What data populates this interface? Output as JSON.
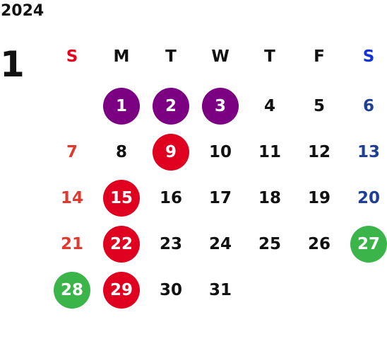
{
  "calendar": {
    "year": "2024",
    "month": "1",
    "weekdays": [
      "S",
      "M",
      "T",
      "W",
      "T",
      "F",
      "S"
    ],
    "colors": {
      "text": "#111111",
      "sunday_header": "#e8001c",
      "saturday_header": "#1433d6",
      "sunday": "#e03a2e",
      "saturday": "#1f3f96",
      "purple": "#7b0082",
      "red": "#e0001f",
      "green": "#3bb54a"
    },
    "weeks": [
      [
        null,
        {
          "day": "1",
          "mark": "purple"
        },
        {
          "day": "2",
          "mark": "purple"
        },
        {
          "day": "3",
          "mark": "purple"
        },
        {
          "day": "4"
        },
        {
          "day": "5"
        },
        {
          "day": "6"
        }
      ],
      [
        {
          "day": "7"
        },
        {
          "day": "8"
        },
        {
          "day": "9",
          "mark": "red"
        },
        {
          "day": "10"
        },
        {
          "day": "11"
        },
        {
          "day": "12"
        },
        {
          "day": "13"
        }
      ],
      [
        {
          "day": "14"
        },
        {
          "day": "15",
          "mark": "red"
        },
        {
          "day": "16"
        },
        {
          "day": "17"
        },
        {
          "day": "18"
        },
        {
          "day": "19"
        },
        {
          "day": "20"
        }
      ],
      [
        {
          "day": "21"
        },
        {
          "day": "22",
          "mark": "red"
        },
        {
          "day": "23"
        },
        {
          "day": "24"
        },
        {
          "day": "25"
        },
        {
          "day": "26"
        },
        {
          "day": "27",
          "mark": "green"
        }
      ],
      [
        {
          "day": "28",
          "mark": "green"
        },
        {
          "day": "29",
          "mark": "red"
        },
        {
          "day": "30"
        },
        {
          "day": "31"
        },
        null,
        null,
        null
      ]
    ]
  }
}
